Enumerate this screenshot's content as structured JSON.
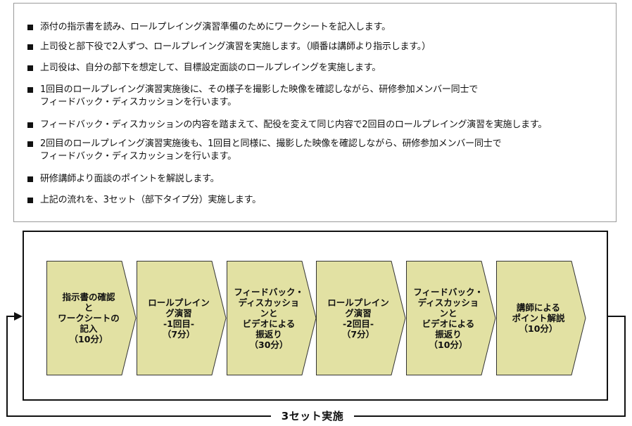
{
  "instructions": [
    "添付の指示書を読み、ロールプレイング演習準備のためにワークシートを記入します。",
    "上司役と部下役で2人ずつ、ロールプレイング演習を実施します。（順番は講師より指示します。）",
    "上司役は、自分の部下を想定して、目標設定面談のロールプレイングを実施します。",
    "1回目のロールプレイング演習実施後に、その様子を撮影した映像を確認しながら、研修参加メンバー同士で\nフィードバック・ディスカッションを行います。",
    "フィードバック・ディスカッションの内容を踏まえて、配役を変えて同じ内容で2回目のロールプレイング演習を実施します。",
    "2回目のロールプレイング演習実施後も、1回目と同様に、撮影した映像を確認しながら、研修参加メンバー同士で\nフィードバック・ディスカッションを行います。",
    "研修講師より面談のポイントを解説します。",
    "上記の流れを、3セット（部下タイプ分）実施します。"
  ],
  "steps": [
    "指示書の確認\nと\nワークシートの\n記入\n（10分）",
    "ロールプレイン\nグ演習\n-1回目-\n（7分）",
    "フィードバック・\nディスカッショ\nンと\nビデオによる\n振返り\n（30分）",
    "ロールプレイン\nグ演習\n-2回目-\n（7分）",
    "フィードバック・\nディスカッショ\nンと\nビデオによる\n振返り\n（10分）",
    "講師による\nポイント解説\n（10分）"
  ],
  "loop_label": "3セット実施",
  "colors": {
    "step_fill": "#e2e1a3",
    "step_stroke": "#333333",
    "frame": "#111111"
  }
}
